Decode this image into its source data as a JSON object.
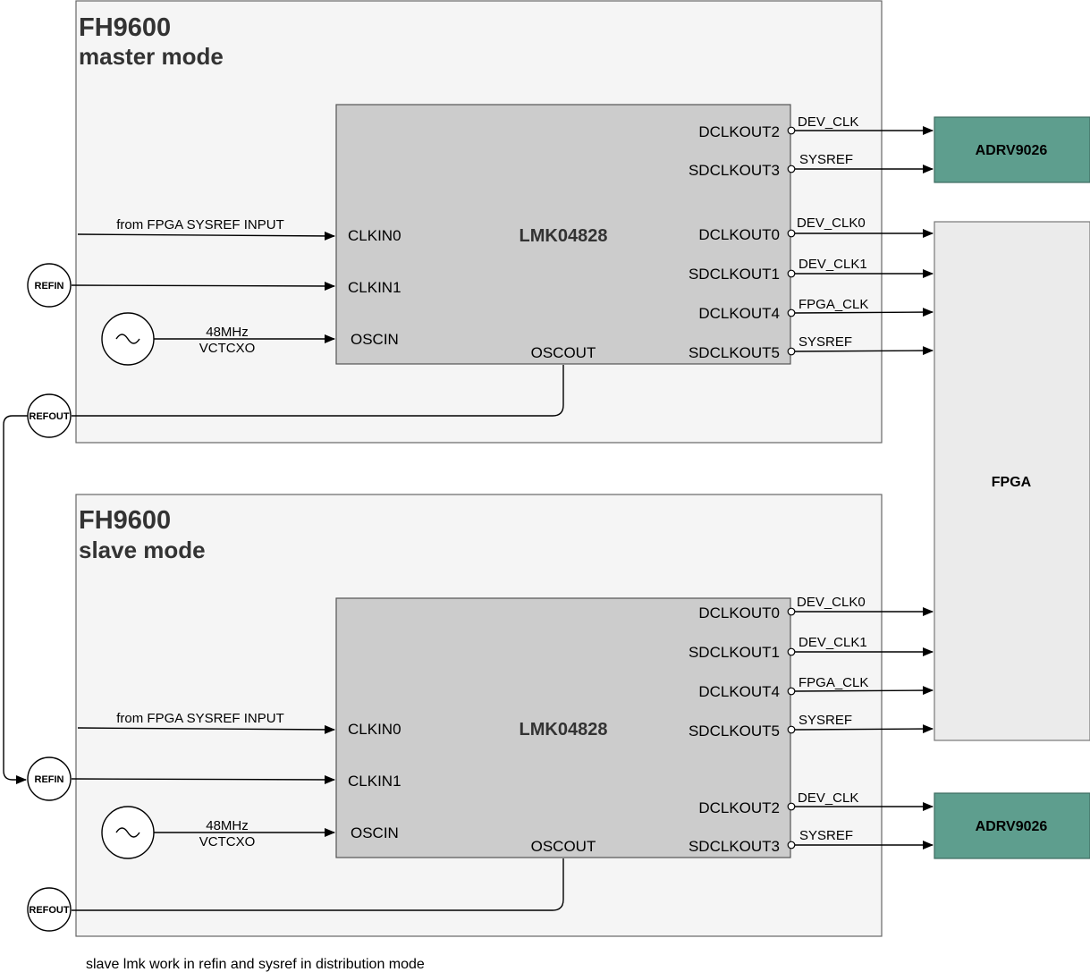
{
  "master": {
    "title": "FH9600",
    "mode": "master mode",
    "chip": "LMK04828",
    "inputs": {
      "clkin0": "CLKIN0",
      "clkin1": "CLKIN1",
      "oscin": "OSCIN",
      "oscout": "OSCOUT",
      "sysref_src": "from FPGA SYSREF INPUT",
      "osc_freq": "48MHz",
      "osc_type": "VCTCXO"
    },
    "outputs": [
      {
        "pin": "DCLKOUT2",
        "signal": "DEV_CLK"
      },
      {
        "pin": "SDCLKOUT3",
        "signal": "SYSREF"
      },
      {
        "pin": "DCLKOUT0",
        "signal": "DEV_CLK0"
      },
      {
        "pin": "SDCLKOUT1",
        "signal": "DEV_CLK1"
      },
      {
        "pin": "DCLKOUT4",
        "signal": "FPGA_CLK"
      },
      {
        "pin": "SDCLKOUT5",
        "signal": "SYSREF"
      }
    ],
    "refin": "REFIN",
    "refout": "REFOUT"
  },
  "slave": {
    "title": "FH9600",
    "mode": "slave mode",
    "chip": "LMK04828",
    "inputs": {
      "clkin0": "CLKIN0",
      "clkin1": "CLKIN1",
      "oscin": "OSCIN",
      "oscout": "OSCOUT",
      "sysref_src": "from FPGA SYSREF INPUT",
      "osc_freq": "48MHz",
      "osc_type": "VCTCXO"
    },
    "outputs": [
      {
        "pin": "DCLKOUT0",
        "signal": "DEV_CLK0"
      },
      {
        "pin": "SDCLKOUT1",
        "signal": "DEV_CLK1"
      },
      {
        "pin": "DCLKOUT4",
        "signal": "FPGA_CLK"
      },
      {
        "pin": "SDCLKOUT5",
        "signal": "SYSREF"
      },
      {
        "pin": "DCLKOUT2",
        "signal": "DEV_CLK"
      },
      {
        "pin": "SDCLKOUT3",
        "signal": "SYSREF"
      }
    ],
    "refin": "REFIN",
    "refout": "REFOUT"
  },
  "blocks": {
    "adrv_top": "ADRV9026",
    "adrv_bottom": "ADRV9026",
    "fpga": "FPGA"
  },
  "note": "slave lmk work in refin and sysref in distribution mode"
}
